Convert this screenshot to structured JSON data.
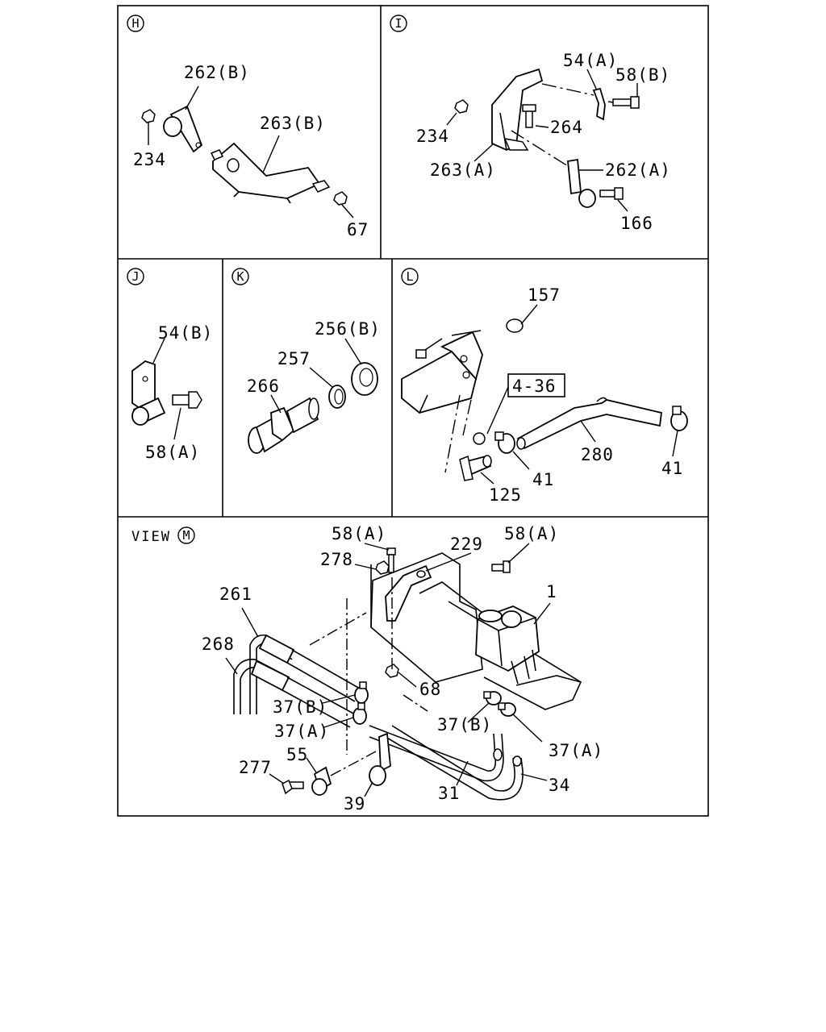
{
  "panels": {
    "H": {
      "letter": "H",
      "labels": [
        "262(B)",
        "263(B)",
        "234",
        "67"
      ]
    },
    "I": {
      "letter": "I",
      "labels": [
        "54(A)",
        "58(B)",
        "234",
        "264",
        "263(A)",
        "262(A)",
        "166"
      ]
    },
    "J": {
      "letter": "J",
      "labels": [
        "54(B)",
        "58(A)"
      ]
    },
    "K": {
      "letter": "K",
      "labels": [
        "256(B)",
        "257",
        "266"
      ]
    },
    "L": {
      "letter": "L",
      "labels": [
        "157",
        "4-36",
        "280",
        "41",
        "125",
        "41"
      ]
    },
    "M": {
      "letter": "M",
      "view_text": "VIEW",
      "labels": [
        "58(A)",
        "58(A)",
        "229",
        "278",
        "1",
        "261",
        "268",
        "68",
        "37(B)",
        "37(A)",
        "37(B)",
        "37(A)",
        "55",
        "277",
        "39",
        "31",
        "34"
      ]
    }
  }
}
